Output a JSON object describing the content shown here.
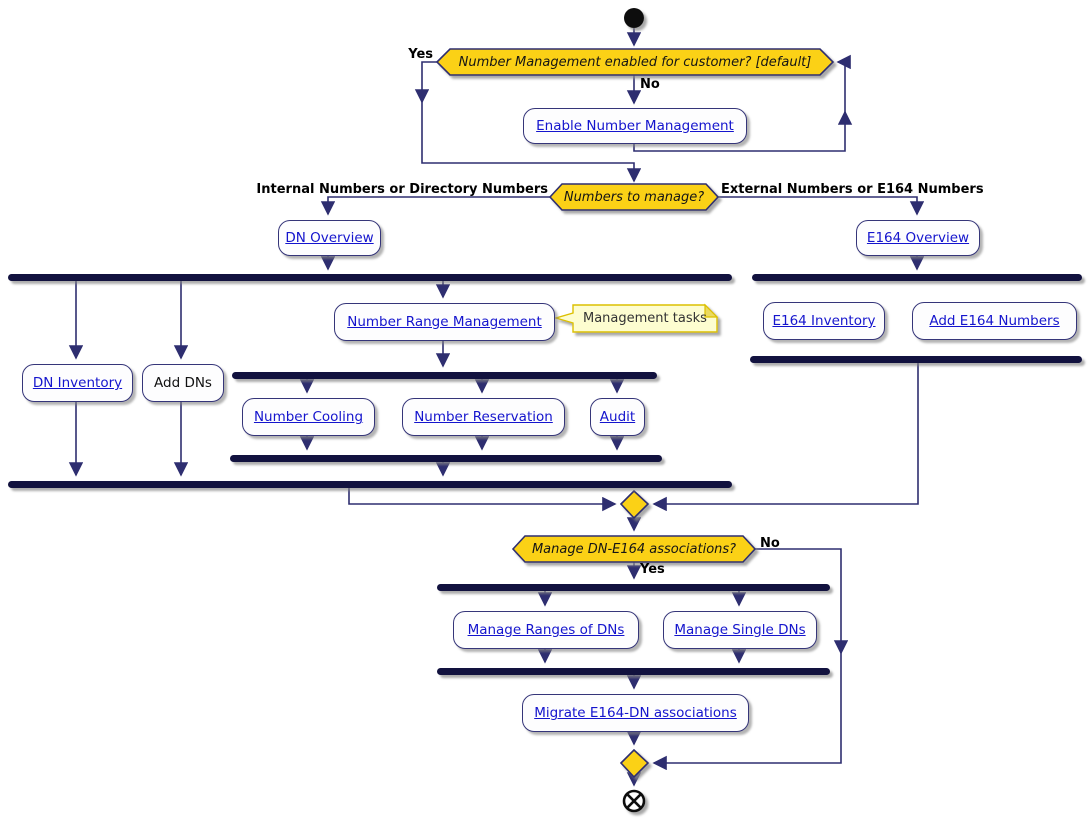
{
  "colors": {
    "hexagon_fill": "#FBD116",
    "diamond_fill": "#FBD116",
    "bar_color": "#12123F",
    "edge_color": "#2E2E70",
    "box_border": "#353579",
    "link_color": "#1414CD",
    "note_fill": "#FDFDD0",
    "note_border": "#DCC000"
  },
  "flow": {
    "decision_enabled": {
      "text": "Number Management enabled for customer? [default]",
      "yes": "Yes",
      "no": "No"
    },
    "action_enable": "Enable Number Management",
    "decision_numbers": {
      "text": "Numbers to manage?",
      "left_branch": "Internal Numbers or Directory Numbers",
      "right_branch": "External Numbers or E164 Numbers"
    },
    "dn": {
      "overview": "DN Overview",
      "inventory": "DN Inventory",
      "add": "Add DNs",
      "range_management": "Number Range Management",
      "cooling": "Number Cooling",
      "reservation": "Number Reservation",
      "audit": "Audit"
    },
    "note_management_tasks": "Management tasks",
    "e164": {
      "overview": "E164 Overview",
      "inventory": "E164 Inventory",
      "add": "Add E164 Numbers"
    },
    "decision_associations": {
      "text": "Manage DN-E164 associations?",
      "yes": "Yes",
      "no": "No"
    },
    "associations": {
      "manage_ranges": "Manage Ranges of DNs",
      "manage_single": "Manage Single DNs",
      "migrate": "Migrate E164-DN associations"
    }
  }
}
